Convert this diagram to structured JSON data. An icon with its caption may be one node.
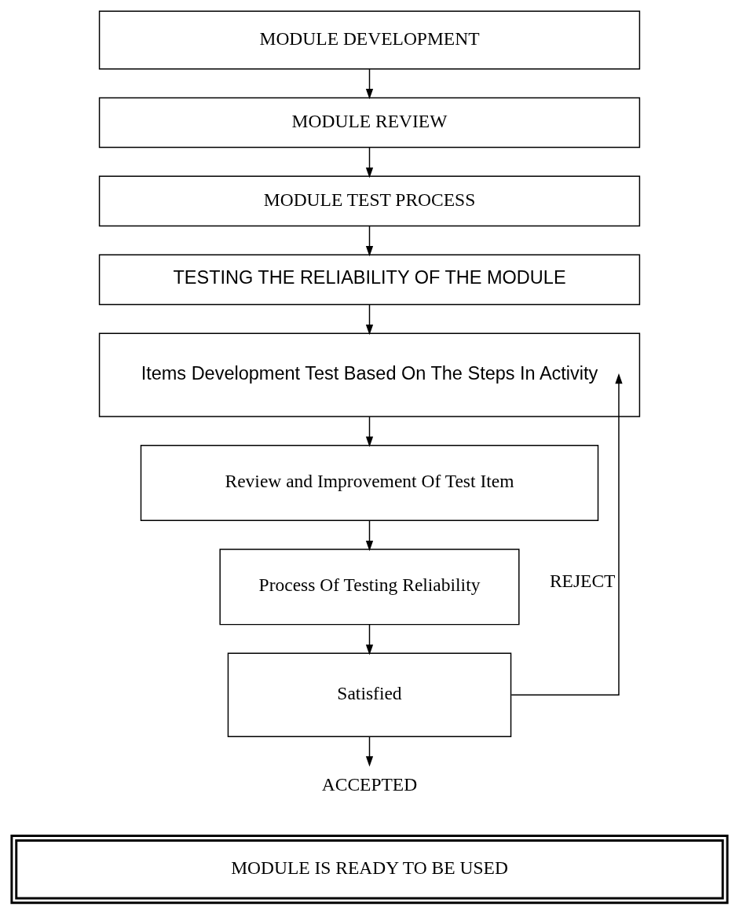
{
  "diagram": {
    "nodes": [
      {
        "text": [
          "MODULE DEVELOPMENT"
        ]
      },
      {
        "text": [
          "MODULE REVIEW"
        ]
      },
      {
        "text": [
          "MODULE TEST PROCESS"
        ]
      },
      {
        "text": [
          "TESTING THE RELIABILITY OF THE MODULE"
        ]
      },
      {
        "text": [
          "Items Development Test Based On The Steps In Activity"
        ]
      },
      {
        "text": [
          "Review and Improvement Of Test Item"
        ]
      },
      {
        "text": [
          "Process Of Testing Reliability"
        ]
      },
      {
        "text": [
          "Satisfied"
        ]
      },
      {
        "text": [
          "ACCEPTED"
        ]
      },
      {
        "text": [
          "MODULE IS READY TO BE USED"
        ]
      }
    ],
    "edges": [
      {
        "from": 0,
        "to": 1,
        "arrow": "to"
      },
      {
        "from": 1,
        "to": 2,
        "arrow": "to"
      },
      {
        "from": 2,
        "to": 3,
        "arrow": "to"
      },
      {
        "from": 3,
        "to": 4,
        "arrow": "to"
      },
      {
        "from": 4,
        "to": 5,
        "arrow": "to"
      },
      {
        "from": 5,
        "to": 6,
        "arrow": "to"
      },
      {
        "from": 6,
        "to": 7,
        "arrow": "to"
      },
      {
        "from": 7,
        "to": 8,
        "arrow": "to"
      },
      {
        "from": 7,
        "to": 4,
        "arrow": "to",
        "label": "REJECT"
      }
    ]
  }
}
